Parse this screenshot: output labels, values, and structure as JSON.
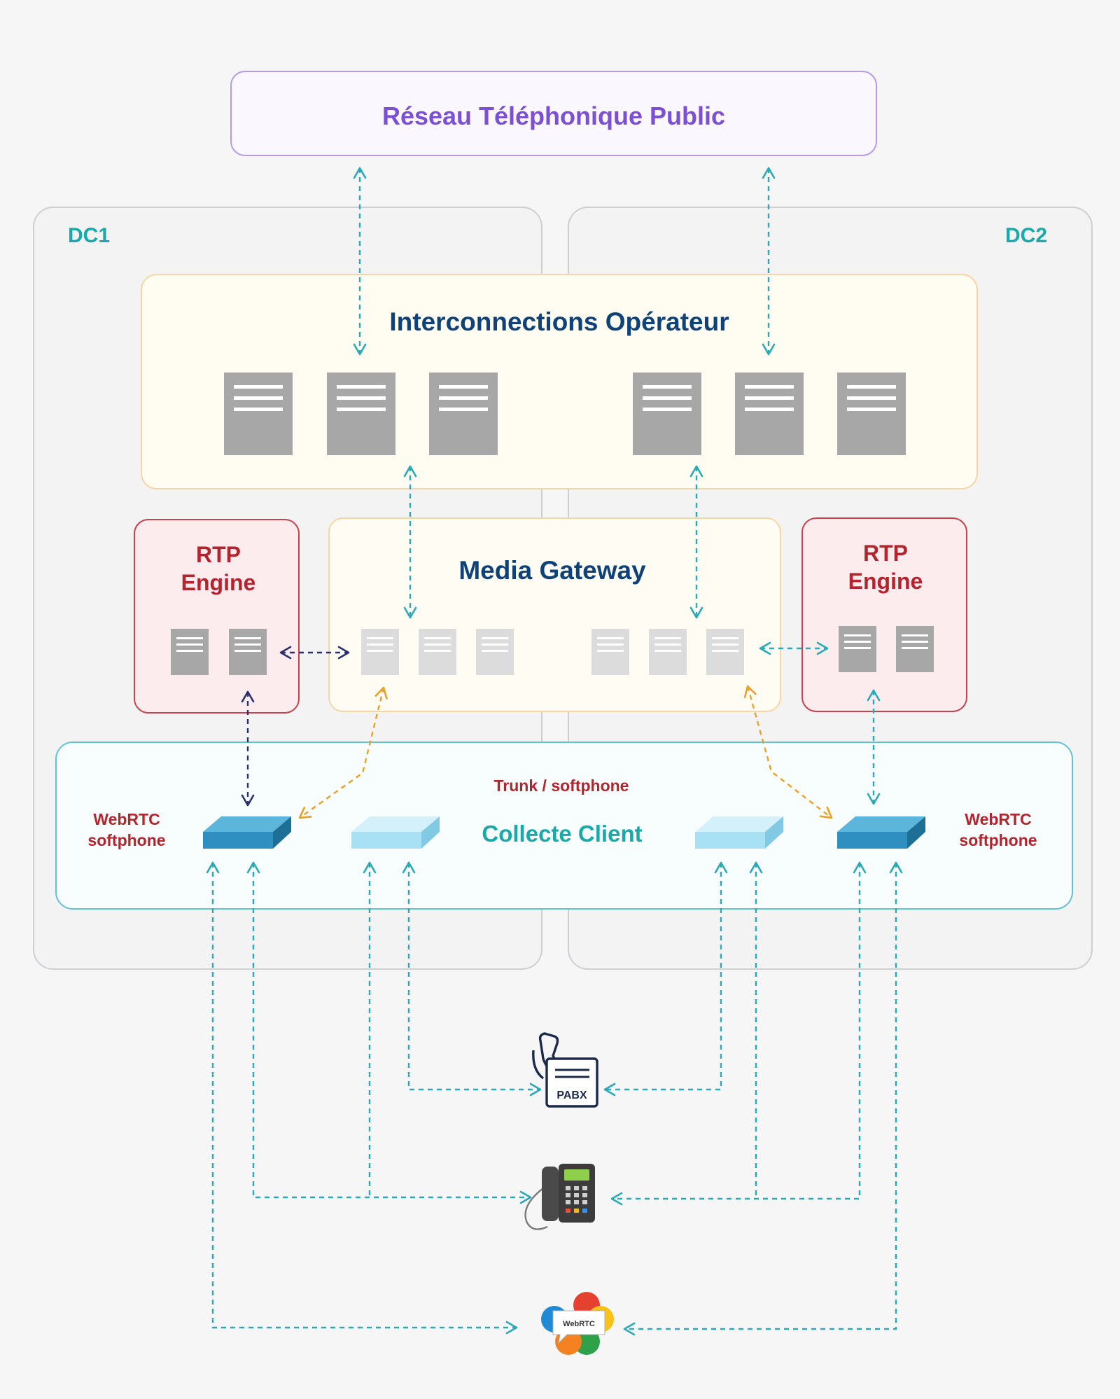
{
  "diagram": {
    "public_network": {
      "label": "Réseau Téléphonique Public"
    },
    "datacenters": [
      {
        "label": "DC1"
      },
      {
        "label": "DC2"
      }
    ],
    "operator_interconnections": {
      "label": "Interconnections Opérateur"
    },
    "media_gateway": {
      "label": "Media Gateway"
    },
    "rtp_engines": [
      {
        "line1": "RTP",
        "line2": "Engine"
      },
      {
        "line1": "RTP",
        "line2": "Engine"
      }
    ],
    "customer_collection": {
      "label": "Collecte Client",
      "trunk_label": "Trunk / softphone",
      "webrtc_labels": [
        {
          "line1": "WebRTC",
          "line2": "softphone"
        },
        {
          "line1": "WebRTC",
          "line2": "softphone"
        }
      ]
    },
    "endpoints": {
      "pabx": {
        "label": "PABX",
        "icon": "pabx-icon"
      },
      "desk_phone": {
        "icon": "desk-phone-icon"
      },
      "webrtc": {
        "label": "WebRTC",
        "icon": "webrtc-logo"
      }
    },
    "colors": {
      "public_network": "#7b4fd6",
      "datacenter_label": "#1aa8a8",
      "title_navy": "#10427a",
      "rtp_red": "#b3242e",
      "collect_teal": "#1aa8a8",
      "link_teal": "#2aa9b6",
      "link_navy": "#2a2f6e",
      "link_orange": "#e8a02a"
    }
  }
}
